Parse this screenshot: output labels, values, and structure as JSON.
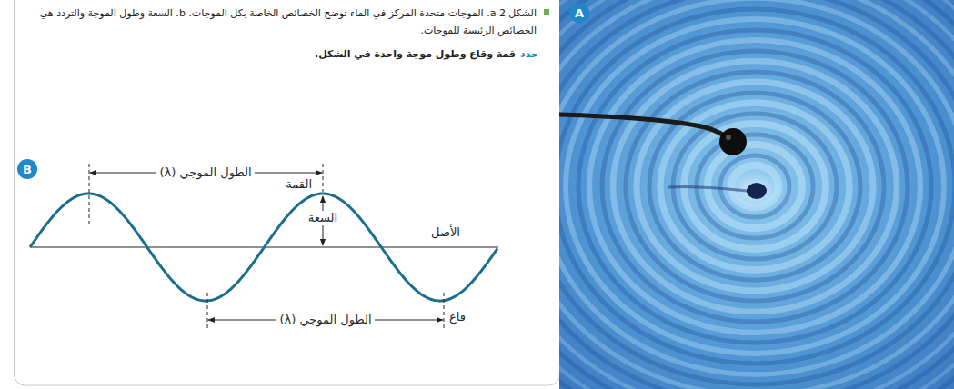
{
  "diagram": {
    "caption": "الشكل 2 a. الموجات متحدة المركز في الماء توضح الخصائص الخاصة بكل الموجات. b. السعة وطول الموجة والتردد هي الخصائص الرئيسة للموجات.",
    "nodes": [
      {
        "text": [
          "A"
        ]
      },
      {
        "text": [
          "B"
        ]
      }
    ],
    "labels": [
      "حدد",
      "قمة وقاع وطول موجة واحدة في الشكل.",
      "الطول الموجي (λ)",
      "القمة",
      "السعة",
      "الأصل",
      "الطول الموجي (λ)",
      "قاع"
    ]
  }
}
